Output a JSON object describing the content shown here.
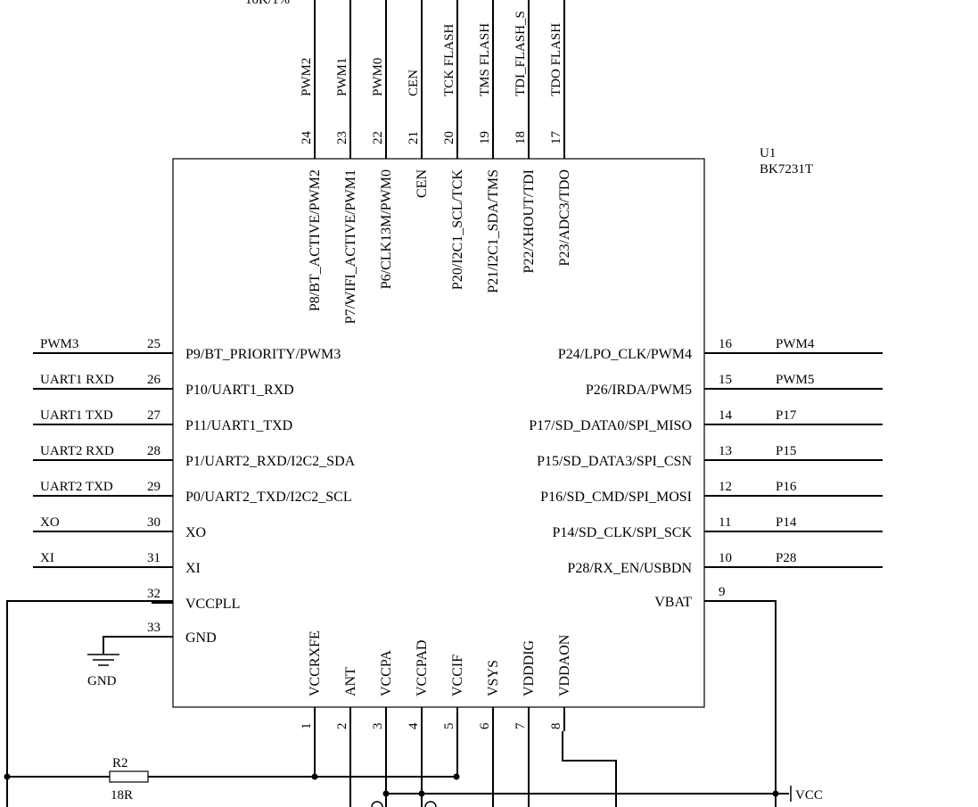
{
  "component": {
    "ref": "U1",
    "part": "BK7231T"
  },
  "top_partial_label": "10K/1%",
  "top_pins": [
    {
      "num": "24",
      "net": "PWM2",
      "func": "P8/BT_ACTIVE/PWM2"
    },
    {
      "num": "23",
      "net": "PWM1",
      "func": "P7/WIFI_ACTIVE/PWM1"
    },
    {
      "num": "22",
      "net": "PWM0",
      "func": "P6/CLK13M/PWM0"
    },
    {
      "num": "21",
      "net": "CEN",
      "func": "CEN"
    },
    {
      "num": "20",
      "net": "TCK_FLASH",
      "func": "P20/I2C1_SCL/TCK"
    },
    {
      "num": "19",
      "net": "TMS_FLASH",
      "func": "P21/I2C1_SDA/TMS"
    },
    {
      "num": "18",
      "net": "TDI_FLASH_S",
      "func": "P22/XHOUT/TDI"
    },
    {
      "num": "17",
      "net": "TDO_FLASH",
      "func": "P23/ADC3/TDO"
    }
  ],
  "left_pins": [
    {
      "num": "25",
      "net": "PWM3",
      "func": "P9/BT_PRIORITY/PWM3"
    },
    {
      "num": "26",
      "net": "UART1_RXD",
      "func": "P10/UART1_RXD"
    },
    {
      "num": "27",
      "net": "UART1_TXD",
      "func": "P11/UART1_TXD"
    },
    {
      "num": "28",
      "net": "UART2_RXD",
      "func": "P1/UART2_RXD/I2C2_SDA"
    },
    {
      "num": "29",
      "net": "UART2_TXD",
      "func": "P0/UART2_TXD/I2C2_SCL"
    },
    {
      "num": "30",
      "net": "XO",
      "func": "XO"
    },
    {
      "num": "31",
      "net": "XI",
      "func": "XI"
    },
    {
      "num": "32",
      "net": "",
      "func": "VCCPLL"
    },
    {
      "num": "33",
      "net": "",
      "func": "GND"
    }
  ],
  "right_pins": [
    {
      "num": "16",
      "net": "PWM4",
      "func": "P24/LPO_CLK/PWM4"
    },
    {
      "num": "15",
      "net": "PWM5",
      "func": "P26/IRDA/PWM5"
    },
    {
      "num": "14",
      "net": "P17",
      "func": "P17/SD_DATA0/SPI_MISO"
    },
    {
      "num": "13",
      "net": "P15",
      "func": "P15/SD_DATA3/SPI_CSN"
    },
    {
      "num": "12",
      "net": "P16",
      "func": "P16/SD_CMD/SPI_MOSI"
    },
    {
      "num": "11",
      "net": "P14",
      "func": "P14/SD_CLK/SPI_SCK"
    },
    {
      "num": "10",
      "net": "P28",
      "func": "P28/RX_EN/USBDN"
    },
    {
      "num": "9",
      "net": "",
      "func": "VBAT"
    }
  ],
  "bottom_pins": [
    {
      "num": "1",
      "func": "VCCRXFE"
    },
    {
      "num": "2",
      "func": "ANT"
    },
    {
      "num": "3",
      "func": "VCCPA"
    },
    {
      "num": "4",
      "func": "VCCPAD"
    },
    {
      "num": "5",
      "func": "VCCIF"
    },
    {
      "num": "6",
      "func": "VSYS"
    },
    {
      "num": "7",
      "func": "VDDDIG"
    },
    {
      "num": "8",
      "func": "VDDAON"
    }
  ],
  "gnd_symbol_label": "GND",
  "resistor": {
    "ref": "R2",
    "value": "18R"
  },
  "power_label": "VCC"
}
